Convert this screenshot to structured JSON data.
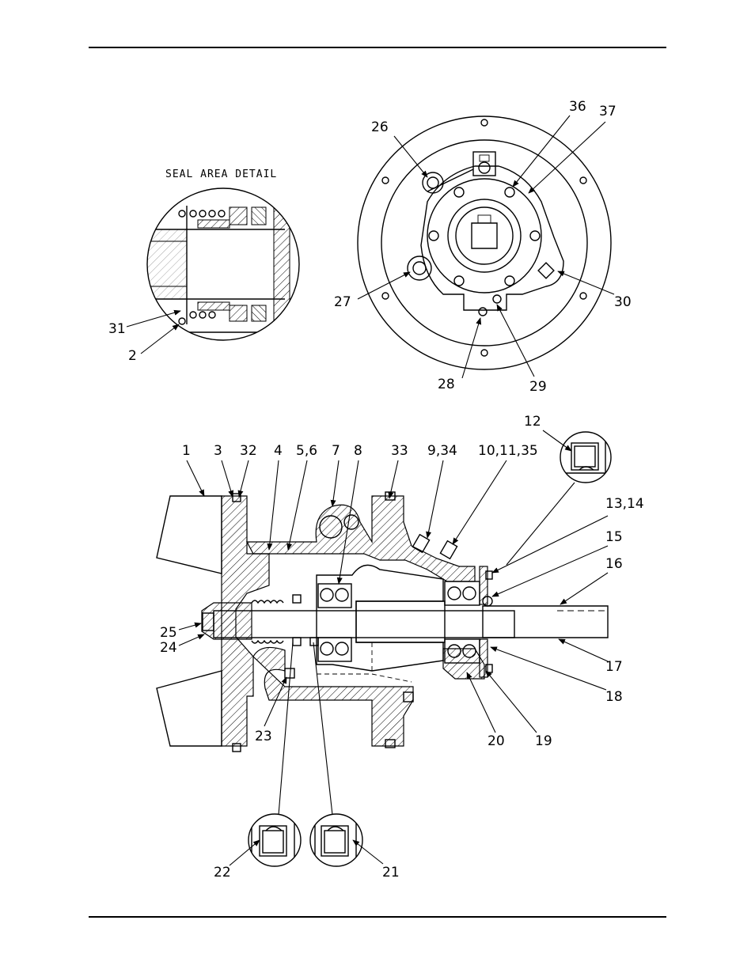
{
  "colors": {
    "ink": "#000000",
    "paper": "#ffffff"
  },
  "detail_title": "SEAL AREA DETAIL",
  "callouts": {
    "c1": "1",
    "c2": "2",
    "c3": "3",
    "c4": "4",
    "c56": "5,6",
    "c7": "7",
    "c8": "8",
    "c934": "9,34",
    "c101135": "10,11,35",
    "c12": "12",
    "c1314": "13,14",
    "c15": "15",
    "c16": "16",
    "c17": "17",
    "c18": "18",
    "c19": "19",
    "c20": "20",
    "c21": "21",
    "c22": "22",
    "c23": "23",
    "c24": "24",
    "c25": "25",
    "c26": "26",
    "c27": "27",
    "c28": "28",
    "c29": "29",
    "c30": "30",
    "c31": "31",
    "c32": "32",
    "c33": "33",
    "c36": "36",
    "c37": "37"
  }
}
